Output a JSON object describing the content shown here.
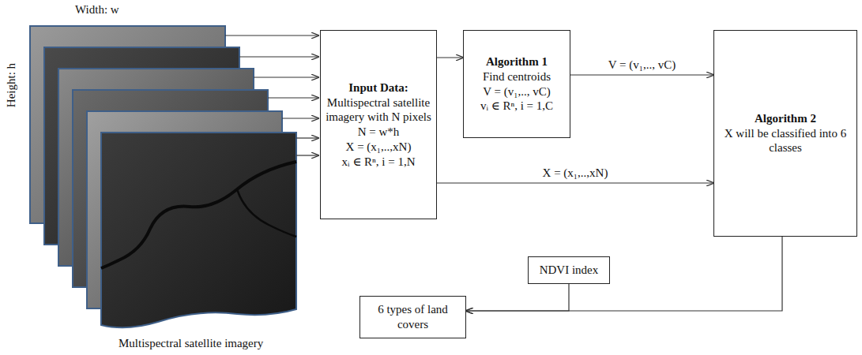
{
  "diagram": {
    "nodes": [
      {
        "text": [
          "Input Data:",
          "Multispectral satellite imagery with N pixels",
          "N = w*h",
          "X = (x₁,..,xN)",
          "xᵢ ∈ Rⁿ, i = 1,N"
        ]
      },
      {
        "text": [
          "Algorithm 1",
          "Find centroids",
          "V = (v₁,.., vC)",
          "vᵢ ∈ Rⁿ, i = 1,C"
        ]
      },
      {
        "text": [
          "Algorithm 2",
          "X will be classified into 6 classes"
        ]
      },
      {
        "text": [
          "NDVI index"
        ]
      },
      {
        "text": [
          "6 types of land covers"
        ]
      }
    ],
    "edges": [
      {
        "from": 0,
        "to": 1,
        "arrow": "to"
      },
      {
        "from": 1,
        "to": 2,
        "label": "V = (v₁,.., vC)",
        "arrow": "to"
      },
      {
        "from": 0,
        "to": 2,
        "label": "X = (x₁,..,xN)",
        "arrow": "to"
      },
      {
        "from": 2,
        "to": 4,
        "arrow": "to"
      },
      {
        "from": 3,
        "to": 4,
        "arrow": "to"
      }
    ],
    "labels": [
      "Width: w",
      "Height: h",
      "Multispectral satellite imagery"
    ]
  }
}
